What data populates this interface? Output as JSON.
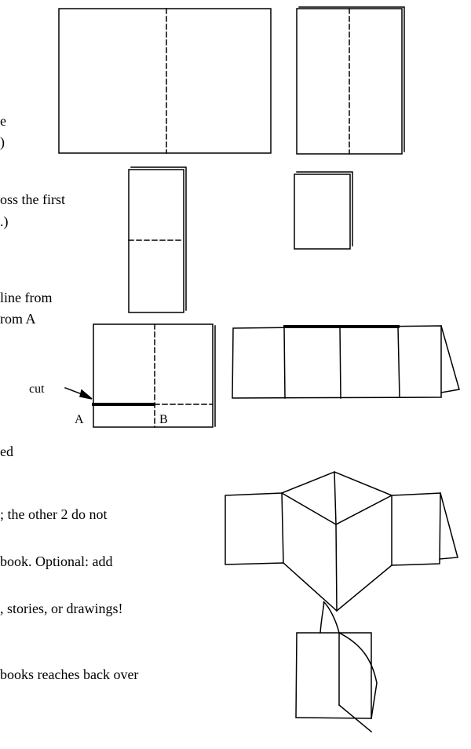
{
  "text_fragments": {
    "step1_line1": "e",
    "step1_line2": ")",
    "step2_line1": "oss the first",
    "step2_line2": ".)",
    "step3_line1": "line from",
    "step3_line2": "rom A",
    "step4_line1": "ed",
    "step5_line1": "; the other 2 do not",
    "step6_line1": "book.  Optional: add",
    "step7_line1": ", stories, or drawings!",
    "step8_line1": "books reaches back over"
  },
  "labels": {
    "cut": "cut",
    "point_a": "A",
    "point_b": "B"
  }
}
